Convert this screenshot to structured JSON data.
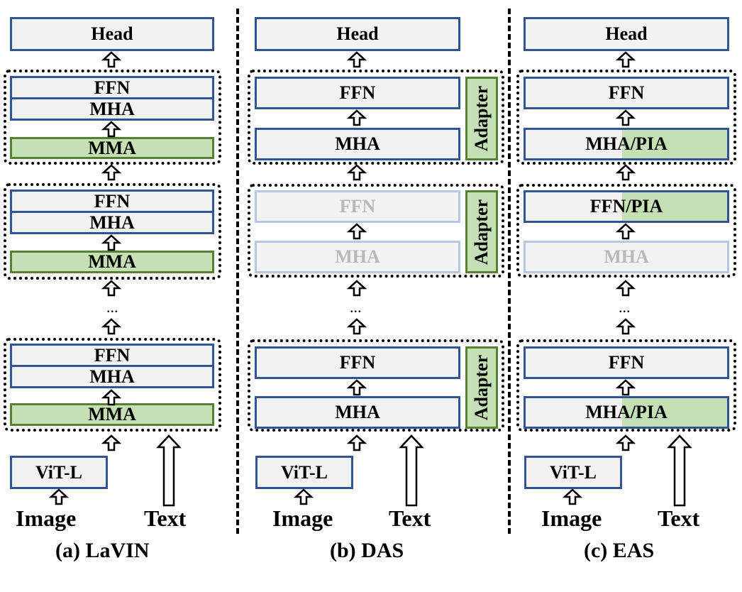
{
  "panels": {
    "lavin": {
      "caption": "(a) LaVIN",
      "head": "Head",
      "ffn": "FFN",
      "mha": "MHA",
      "mma": "MMA",
      "vit": "ViT-L",
      "image": "Image",
      "text": "Text",
      "ellipsis": "..."
    },
    "das": {
      "caption": "(b) DAS",
      "head": "Head",
      "ffn": "FFN",
      "mha": "MHA",
      "adapter": "Adapter",
      "vit": "ViT-L",
      "image": "Image",
      "text": "Text",
      "ellipsis": "..."
    },
    "eas": {
      "caption": "(c) EAS",
      "head": "Head",
      "ffn": "FFN",
      "mha": "MHA",
      "mha_pia": "MHA/PIA",
      "ffn_pia": "FFN/PIA",
      "vit": "ViT-L",
      "image": "Image",
      "text": "Text",
      "ellipsis": "..."
    }
  },
  "colors": {
    "box_border": "#2f5597",
    "box_fill": "#f2f2f2",
    "faded_border": "#b4c7e7",
    "faded_text": "#b8b8b8",
    "green_fill": "#c5e0b4",
    "green_border": "#548235"
  }
}
